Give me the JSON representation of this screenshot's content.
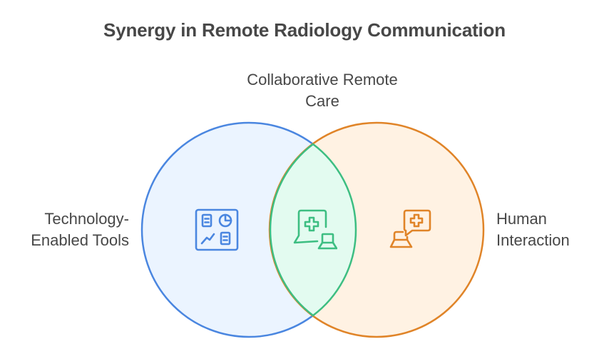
{
  "title": "Synergy in Remote Radiology Communication",
  "sets": [
    {
      "id": "left",
      "label_line1": "Technology-",
      "label_line2": "Enabled Tools",
      "icon": "dashboard-chart-icon",
      "stroke": "#4A86E0",
      "fill": "#EBF4FF"
    },
    {
      "id": "right",
      "label_line1": "Human",
      "label_line2": "Interaction",
      "icon": "laptop-medical-chat-icon",
      "stroke": "#E08428",
      "fill": "#FFF2E3"
    }
  ],
  "intersection": {
    "label_line1": "Collaborative Remote",
    "label_line2": "Care",
    "icon": "medical-chat-laptop-icon",
    "stroke": "#3DBE82",
    "fill": "#E3FBF0"
  }
}
